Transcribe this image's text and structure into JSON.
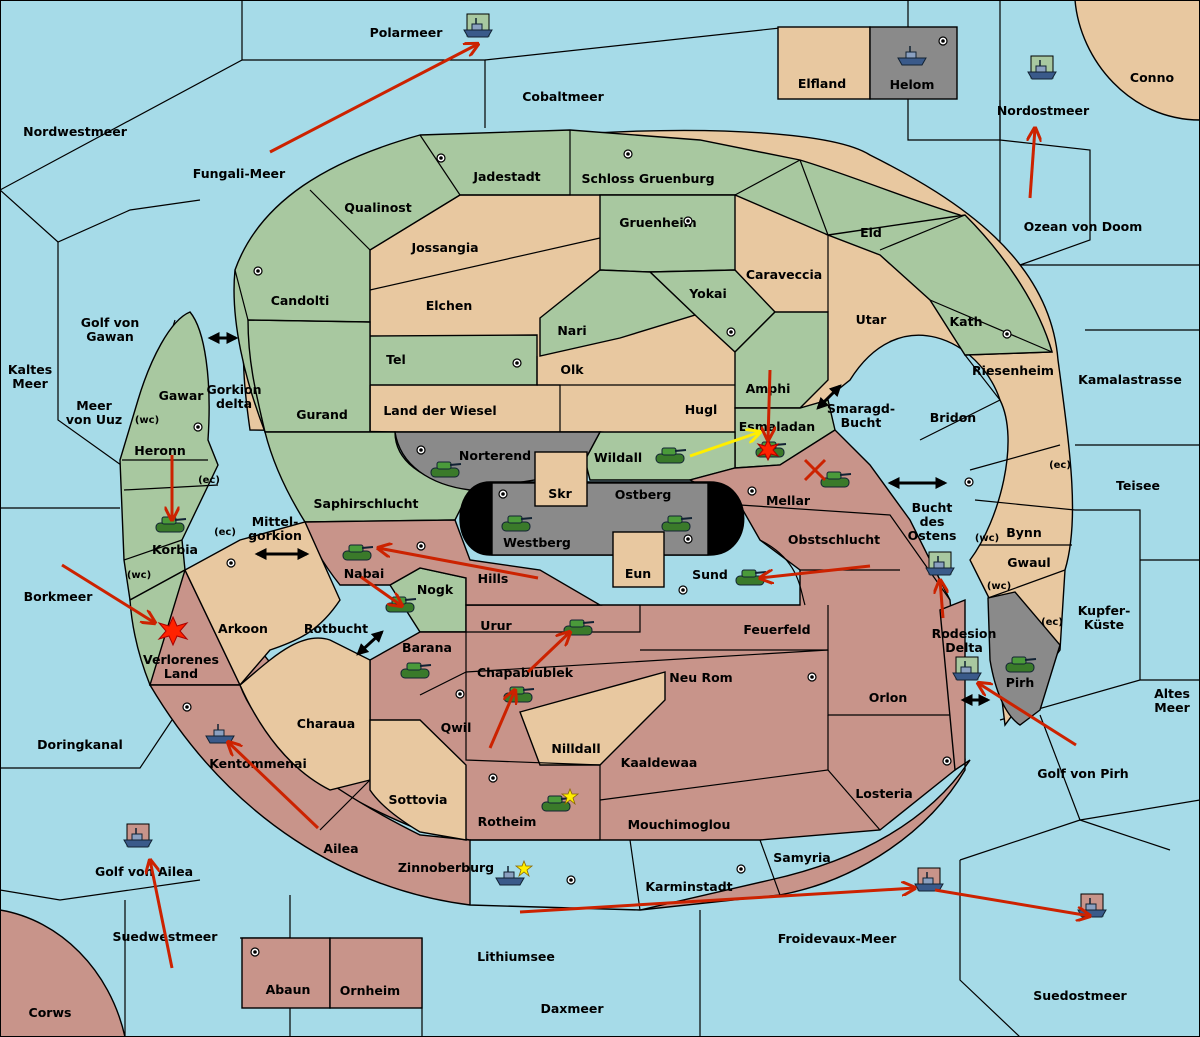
{
  "colors": {
    "sea": "#a6dbe8",
    "green_power": "#a8c8a0",
    "red_power": "#c8948a",
    "neutral_land": "#e8c8a0",
    "impassable": "#8a8a8a",
    "order_arrow": "#cc2200",
    "support_arrow": "#ffee00"
  },
  "regions": {
    "polarmeer": "Polarmeer",
    "cobaltmeer": "Cobaltmeer",
    "nordwestmeer": "Nordwestmeer",
    "fungali_meer": "Fungali-Meer",
    "elfland": "Elfland",
    "helom": "Helom",
    "nordostmeer": "Nordostmeer",
    "conno": "Conno",
    "ozean_von_doom": "Ozean von Doom",
    "jadestadt": "Jadestadt",
    "schloss_gruenburg": "Schloss Gruenburg",
    "qualinost": "Qualinost",
    "jossangia": "Jossangia",
    "gruenheim": "Gruenheim",
    "eld": "Eld",
    "caraveccia": "Caraveccia",
    "candolti": "Candolti",
    "elchen": "Elchen",
    "yokai": "Yokai",
    "utar": "Utar",
    "golf_von_gawan": "Golf von\nGawan",
    "kaltes_meer": "Kaltes\nMeer",
    "nari": "Nari",
    "kath": "Kath",
    "tel": "Tel",
    "olk": "Olk",
    "riesenheim": "Riesenheim",
    "kamalastrasse": "Kamalastrasse",
    "gawar": "Gawar",
    "gorkion_delta": "Gorkion\ndelta",
    "meer_von_uuz": "Meer\nvon Uuz",
    "amphi": "Amphi",
    "gurand": "Gurand",
    "land_der_wiesel": "Land der Wiesel",
    "hugl": "Hugl",
    "smaragd_bucht": "Smaragd-\nBucht",
    "bridon": "Bridon",
    "esmaladan": "Esmaladan",
    "norterend": "Norterend",
    "wildall": "Wildall",
    "heronn": "Heronn",
    "saphirschlucht": "Saphirschlucht",
    "skr": "Skr",
    "ostberg": "Ostberg",
    "mellar": "Mellar",
    "teisee": "Teisee",
    "korbia": "Korbia",
    "mittel_gorkion": "Mittel-\ngorkion",
    "westberg": "Westberg",
    "bucht_des_ostens": "Bucht\ndes\nOstens",
    "obstschlucht": "Obstschlucht",
    "bynn": "Bynn",
    "nabai": "Nabai",
    "hills": "Hills",
    "eun": "Eun",
    "sund": "Sund",
    "gwaul": "Gwaul",
    "borkmeer": "Borkmeer",
    "nogk": "Nogk",
    "arkoon": "Arkoon",
    "rotbucht": "Rotbucht",
    "urur": "Urur",
    "feuerfeld": "Feuerfeld",
    "kupfer_kueste": "Kupfer-\nKüste",
    "rodesion_delta": "Rodesion\nDelta",
    "barana": "Barana",
    "verlorenes_land": "Verlorenes\nLand",
    "chapablublek": "Chapablublek",
    "neu_rom": "Neu Rom",
    "pirh": "Pirh",
    "orlon": "Orlon",
    "altes_meer": "Altes\nMeer",
    "charaua": "Charaua",
    "qwil": "Qwil",
    "doringkanal": "Doringkanal",
    "nilldall": "Nilldall",
    "kentommenai": "Kentommenai",
    "kaaldewaa": "Kaaldewaa",
    "golf_von_pirh": "Golf von Pirh",
    "sottovia": "Sottovia",
    "losteria": "Losteria",
    "rotheim": "Rotheim",
    "mouchimoglou": "Mouchimoglou",
    "ailea": "Ailea",
    "samyria": "Samyria",
    "golf_von_ailea": "Golf von Ailea",
    "zinnoberburg": "Zinnoberburg",
    "karminstadt": "Karminstadt",
    "suedwestmeer": "Suedwestmeer",
    "froidevaux_meer": "Froidevaux-Meer",
    "lithiumsee": "Lithiumsee",
    "abaun": "Abaun",
    "ornheim": "Ornheim",
    "corws": "Corws",
    "daxmeer": "Daxmeer",
    "suedostmeer": "Suedostmeer"
  },
  "coast_markers": {
    "wc": "(wc)",
    "ec": "(ec)"
  },
  "unit_icons": [
    "army-tank-icon",
    "fleet-ship-icon",
    "supply-center-icon",
    "explosion-icon",
    "star-icon",
    "swap-arrow-icon"
  ]
}
